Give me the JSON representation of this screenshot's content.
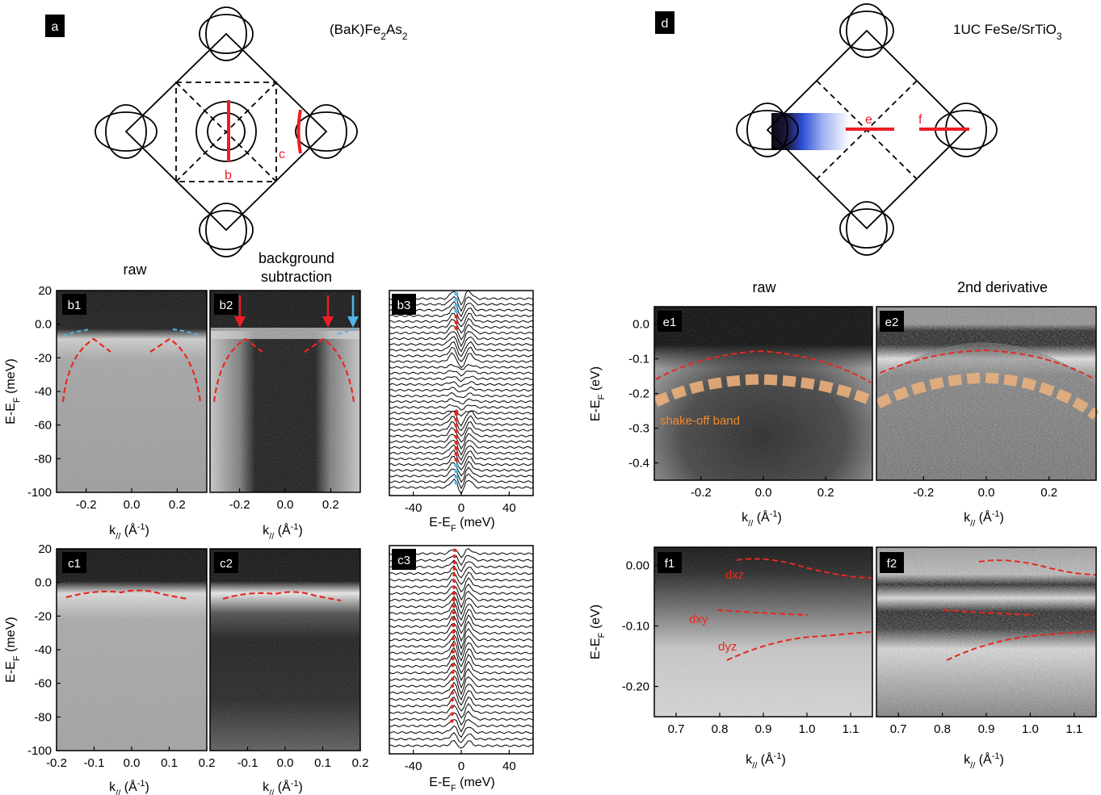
{
  "panel_labels": {
    "a": "a",
    "d": "d",
    "b1": "b1",
    "b2": "b2",
    "b3": "b3",
    "c1": "c1",
    "c2": "c2",
    "c3": "c3",
    "e1": "e1",
    "e2": "e2",
    "f1": "f1",
    "f2": "f2"
  },
  "bz_a": {
    "compound_main": "(BaK)Fe",
    "sub1": "2",
    "compound_mid": "As",
    "sub2": "2",
    "cut_b": "b",
    "cut_c": "c"
  },
  "bz_d": {
    "compound": "1UC FeSe/SrTiO",
    "sub": "3",
    "cut_e": "e",
    "cut_f": "f"
  },
  "headers": {
    "raw_left": "raw",
    "bg_line1": "background",
    "bg_line2": "subtraction",
    "raw_right": "raw",
    "deriv": "2nd derivative"
  },
  "axes": {
    "energy_label_main": "E-E",
    "energy_label_sub": "F",
    "energy_unit_mev": " (meV)",
    "energy_unit_ev": " (eV)",
    "k_label_main": "k",
    "k_label_sub": "//",
    "k_unit": " (Å",
    "k_unit_exp": "-1",
    "k_unit_close": ")",
    "edc_label_main": "E-E",
    "edc_label_sub": "F",
    "edc_unit": " (meV)"
  },
  "annotations": {
    "shakeoff": "shake-off band",
    "dxz": "dxz",
    "dxy": "dxy",
    "dyz": "dyz"
  },
  "colors": {
    "cut_red": "#ee1c24",
    "dash_red": "#e8281e",
    "dash_blue": "#4fb6e6",
    "shakeoff": "#f3b47c",
    "label_bg": "#000000"
  },
  "chart_data": [
    {
      "type": "heatmap",
      "panel": "b1",
      "ylim": [
        -100,
        20
      ],
      "xlim": [
        -0.33,
        0.33
      ],
      "yticks": [
        20,
        0,
        -20,
        -40,
        -60,
        -80,
        -100
      ],
      "xticks": [
        -0.2,
        0.0,
        0.2
      ]
    },
    {
      "type": "heatmap",
      "panel": "b2",
      "ylim": [
        -100,
        20
      ],
      "xlim": [
        -0.33,
        0.33
      ],
      "xticks": [
        -0.2,
        0.0,
        0.2
      ]
    },
    {
      "type": "line",
      "panel": "b3",
      "xlim": [
        -60,
        60
      ],
      "xticks": [
        -40,
        0,
        40
      ]
    },
    {
      "type": "heatmap",
      "panel": "c1",
      "ylim": [
        -100,
        20
      ],
      "xlim": [
        -0.2,
        0.2
      ],
      "yticks": [
        20,
        0,
        -20,
        -40,
        -60,
        -80,
        -100
      ],
      "xticks": [
        -0.2,
        -0.1,
        0.0,
        0.1,
        0.2
      ]
    },
    {
      "type": "heatmap",
      "panel": "c2",
      "ylim": [
        -100,
        20
      ],
      "xlim": [
        -0.2,
        0.2
      ],
      "xticks": [
        -0.1,
        0.0,
        0.1,
        0.2
      ]
    },
    {
      "type": "line",
      "panel": "c3",
      "xlim": [
        -60,
        60
      ],
      "xticks": [
        -40,
        0,
        40
      ]
    },
    {
      "type": "heatmap",
      "panel": "e1",
      "ylim": [
        -0.45,
        0.05
      ],
      "xlim": [
        -0.35,
        0.35
      ],
      "yticks": [
        0.0,
        -0.1,
        -0.2,
        -0.3,
        -0.4
      ],
      "xticks": [
        -0.2,
        0.0,
        0.2
      ]
    },
    {
      "type": "heatmap",
      "panel": "e2",
      "ylim": [
        -0.45,
        0.05
      ],
      "xlim": [
        -0.35,
        0.35
      ],
      "xticks": [
        -0.2,
        0.0,
        0.2
      ]
    },
    {
      "type": "heatmap",
      "panel": "f1",
      "ylim": [
        -0.25,
        0.03
      ],
      "xlim": [
        0.65,
        1.15
      ],
      "yticks": [
        0.0,
        -0.1,
        -0.2
      ],
      "ytick_labels": [
        "0.00",
        "-0.10",
        "-0.20"
      ],
      "xticks": [
        0.7,
        0.8,
        0.9,
        1.0,
        1.1
      ]
    },
    {
      "type": "heatmap",
      "panel": "f2",
      "ylim": [
        -0.25,
        0.03
      ],
      "xlim": [
        0.65,
        1.15
      ],
      "xticks": [
        0.7,
        0.8,
        0.9,
        1.0,
        1.1
      ]
    }
  ]
}
